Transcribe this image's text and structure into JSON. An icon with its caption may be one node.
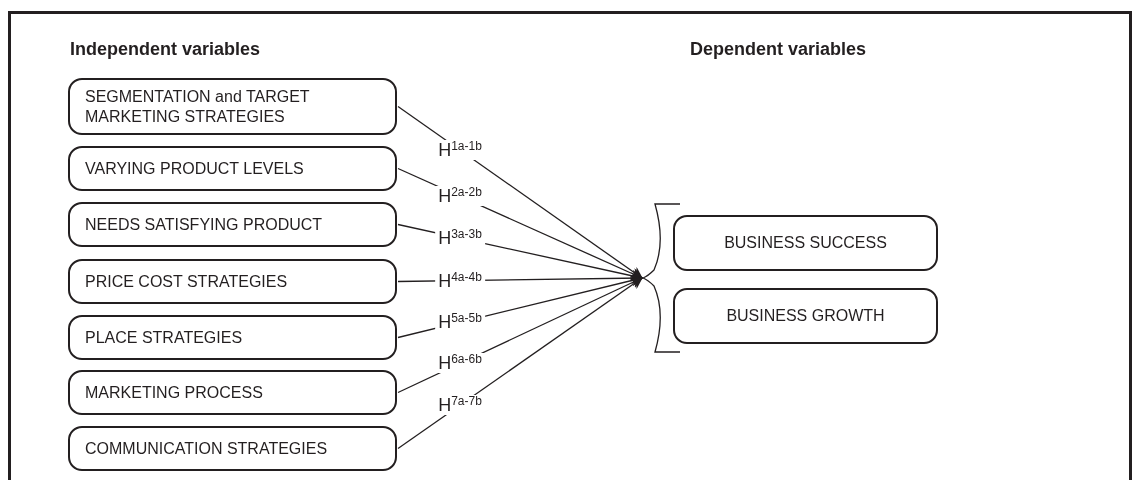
{
  "diagram": {
    "nodes": [
      {
        "text": [
          "SEGMENTATION and TARGET MARKETING STRATEGIES"
        ]
      },
      {
        "text": [
          "VARYING PRODUCT LEVELS"
        ]
      },
      {
        "text": [
          "NEEDS SATISFYING PRODUCT"
        ]
      },
      {
        "text": [
          "PRICE COST STRATEGIES"
        ]
      },
      {
        "text": [
          "PLACE STRATEGIES"
        ]
      },
      {
        "text": [
          "MARKETING PROCESS"
        ]
      },
      {
        "text": [
          "COMMUNICATION STRATEGIES"
        ]
      },
      {
        "text": [],
        "shape": "bracket"
      },
      {
        "text": [
          "BUSINESS SUCCESS"
        ]
      },
      {
        "text": [
          "BUSINESS GROWTH"
        ]
      }
    ],
    "edges": [
      {
        "from": 0,
        "to": 7,
        "arrow": "to",
        "label": "H$^{1a-1b}$"
      },
      {
        "from": 1,
        "to": 7,
        "arrow": "to",
        "label": "H$^{2a-2b}$"
      },
      {
        "from": 2,
        "to": 7,
        "arrow": "to",
        "label": "H$^{3a-3b}$"
      },
      {
        "from": 3,
        "to": 7,
        "arrow": "to",
        "label": "H$^{4a-4b}$"
      },
      {
        "from": 4,
        "to": 7,
        "arrow": "to",
        "label": "H$^{5a-5b}$"
      },
      {
        "from": 5,
        "to": 7,
        "arrow": "to",
        "label": "H$^{6a-6b}$"
      },
      {
        "from": 6,
        "to": 7,
        "arrow": "to",
        "label": "H$^{7a-7b}$"
      }
    ],
    "labels": [
      "Independent variables",
      "Dependent variables"
    ]
  }
}
